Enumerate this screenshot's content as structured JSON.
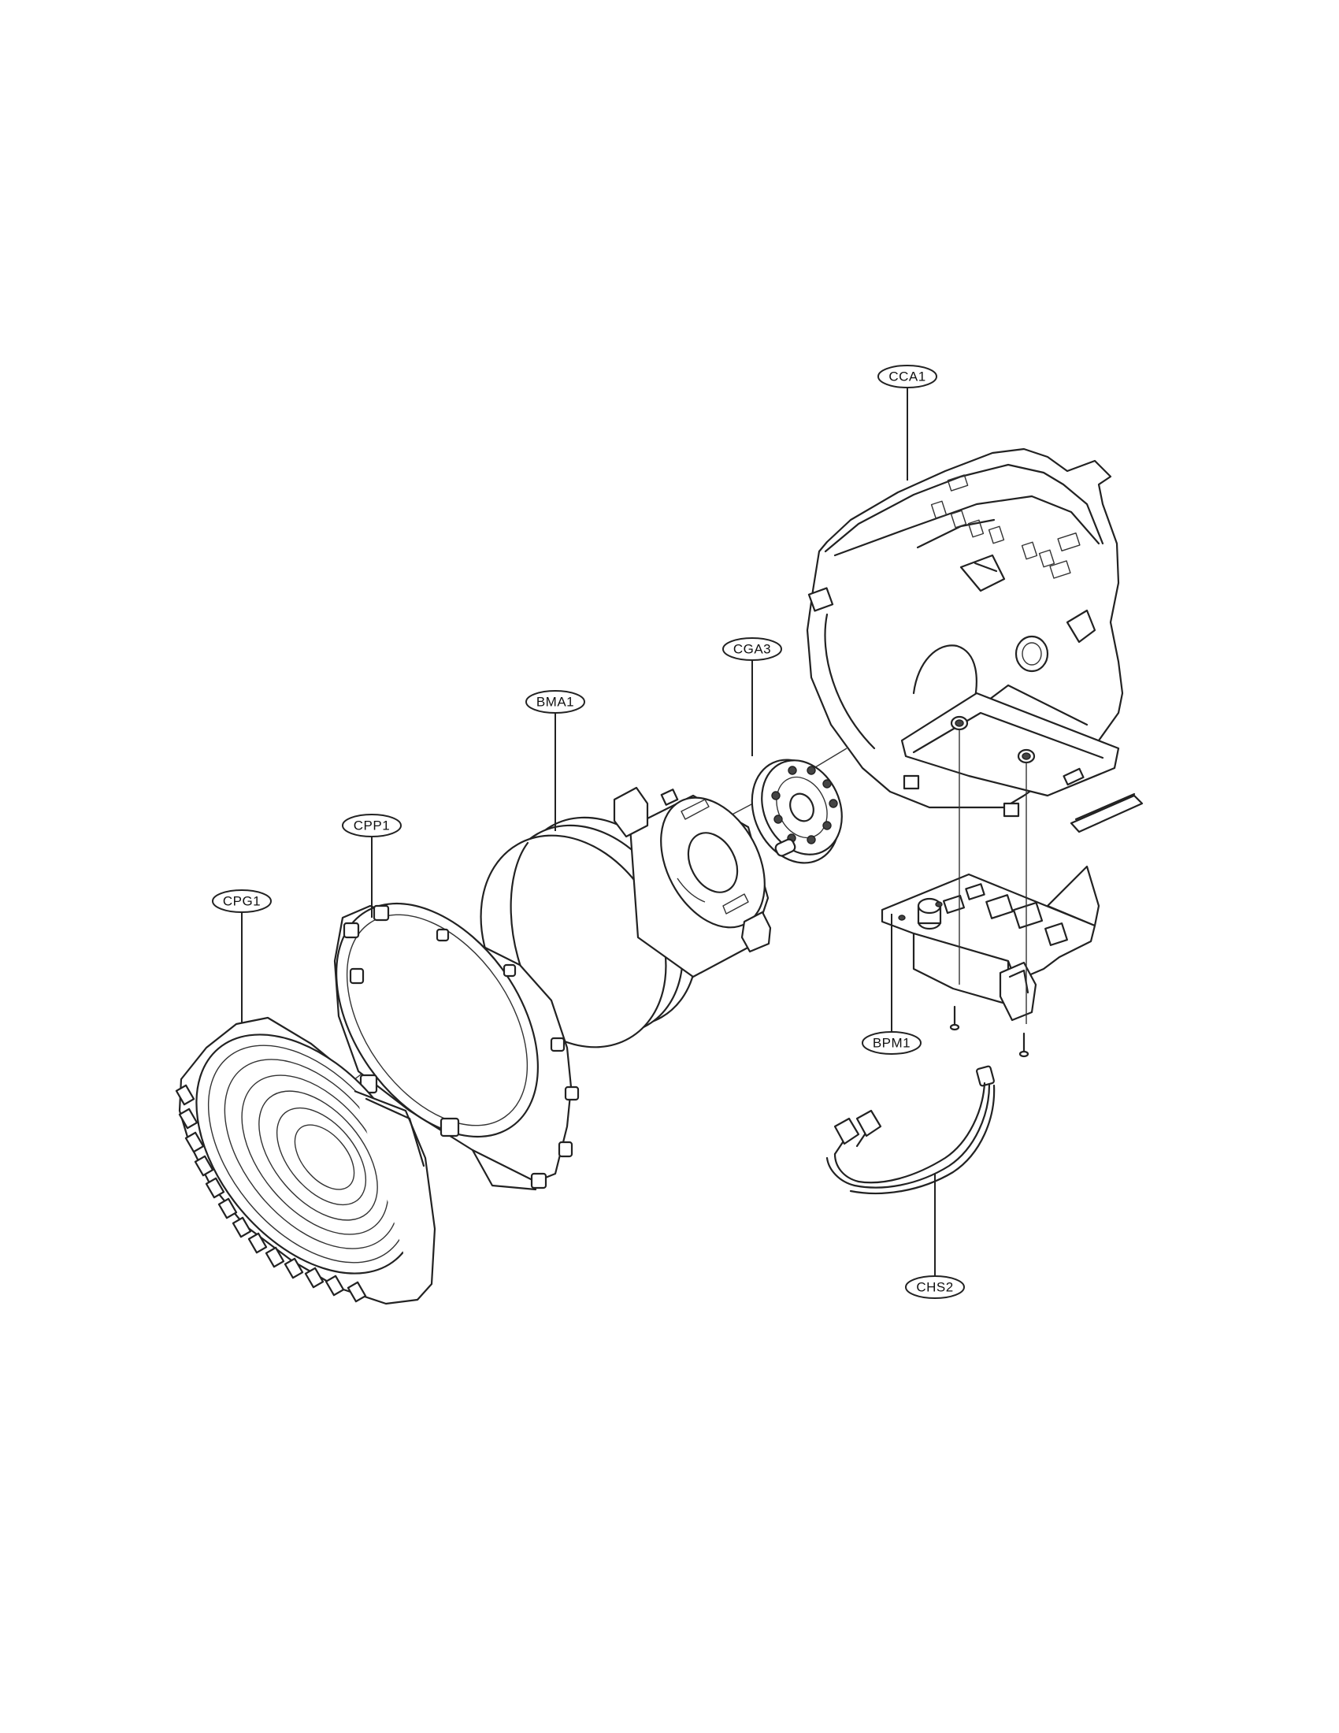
{
  "callouts": {
    "cca1": "CCA1",
    "cga3": "CGA3",
    "bma1": "BMA1",
    "cpp1": "CPP1",
    "cpg1": "CPG1",
    "bpm1": "BPM1",
    "chs2": "CHS2"
  }
}
